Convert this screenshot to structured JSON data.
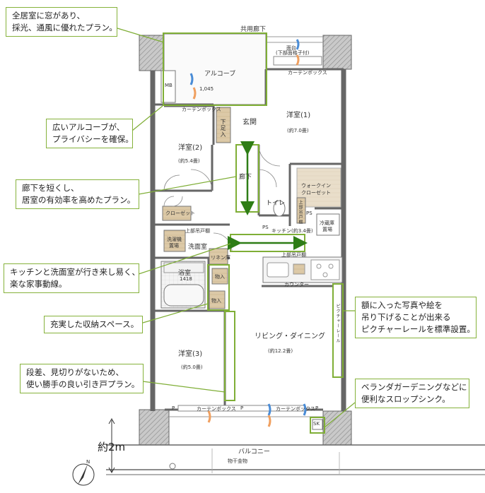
{
  "callouts": {
    "windows": [
      "全居室に窓があり、",
      "採光、通風に優れたプラン。"
    ],
    "alcove": [
      "広いアルコーブが、",
      "プライバシーを確保。"
    ],
    "hallway": [
      "廊下を短くし、",
      "居室の有効率を高めたプラン。"
    ],
    "kitchen": [
      "キッチンと洗面室が行き来し易く、",
      "楽な家事動線。"
    ],
    "storage": [
      "充実した収納スペース。"
    ],
    "sliding": [
      "段差、見切りがないため、",
      "使い勝手の良い引き戸プラン。"
    ],
    "picture_rail": [
      "額に入った写真や絵を",
      "吊り下げることが出来る",
      "ピクチャーレールを標準設置。"
    ],
    "slop_sink": [
      "ベランダガーデニングなどに",
      "便利なスロップシンク。"
    ]
  },
  "labels": {
    "corridor": "共用廊下",
    "alcove": "アルコーブ",
    "mb": "MB",
    "alcove_height": "1,045",
    "curtain_box": "カーテンボックス",
    "entrance": "玄関",
    "shoe_box": "下足入",
    "western1": "洋室(1)",
    "western1_size": "(約7.0畳)",
    "western2": "洋室(2)",
    "western2_size": "(約5.4畳)",
    "western3": "洋室(3)",
    "western3_size": "(約5.0畳)",
    "hallway": "廊下",
    "walkin": "ウォークイン",
    "closet": "クローゼット",
    "toilet": "トイレ",
    "upper_shelf": "上部吊戸棚",
    "fridge": "冷蔵庫",
    "fridge2": "置場",
    "kitchen": "キッチン(約3.4畳)",
    "ps": "PS",
    "closet2": "クローゼット",
    "upper_shelf2": "上部吊戸棚",
    "upper_shelf3": "上部吊戸棚",
    "washer": "洗濯機",
    "washer2": "置場",
    "washroom": "洗面室",
    "linen": "リネン庫",
    "bathroom": "浴室",
    "bath_size": "1418",
    "storage": "物入",
    "counter": "カウンター",
    "living": "リビング・ダイニング",
    "living_size": "(約12.2畳)",
    "picture_rail": "ピクチャーレール",
    "window_top": "面台",
    "window_top2": "(下部面格子付)",
    "balcony": "バルコニー",
    "handrail": "物干金物",
    "sk": "SK",
    "p": "P",
    "scale": "約2m",
    "north": "N"
  },
  "colors": {
    "wall": "#7a7a7a",
    "wall_hatch": "#a9a9a9",
    "floor_wood": "#d9c7a6",
    "tile": "#e8e8e8",
    "highlight": "#7fae36",
    "arrow": "#2e7d16",
    "wind_blue": "#4a8cd6",
    "wind_orange": "#f0a060"
  }
}
